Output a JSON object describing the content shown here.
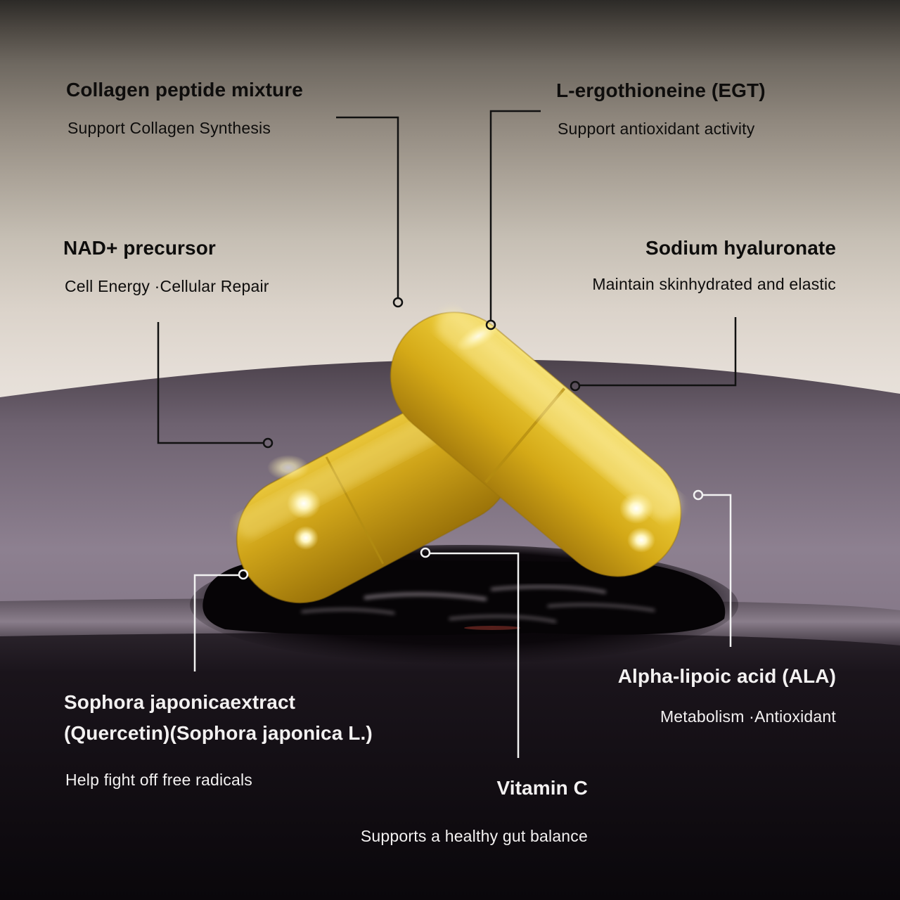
{
  "theme": {
    "text_dark": "#0e0d0c",
    "text_light": "#f3f1f1",
    "capsule_gold": "#d9b21c",
    "capsule_highlight": "#fff6b8",
    "liquid_surface": "#8a7c8a",
    "liquid_dark": "#0b080c",
    "line_dark": "#111111",
    "line_light": "#f2f2f2"
  },
  "ingredients": [
    {
      "id": "collagen",
      "title": "Collagen peptide mixture",
      "description": "Support Collagen Synthesis"
    },
    {
      "id": "egt",
      "title": "L-ergothioneine (EGT)",
      "description": "Support antioxidant activity"
    },
    {
      "id": "nad",
      "title": "NAD+ precursor",
      "description": "Cell Energy ·Cellular Repair"
    },
    {
      "id": "hyaluronate",
      "title": "Sodium hyaluronate",
      "description": "Maintain skinhydrated and elastic"
    },
    {
      "id": "sophora",
      "title_line1": "Sophora japonicaextract",
      "title_line2": "(Quercetin)(Sophora japonica L.)",
      "description": "Help fight off free radicals"
    },
    {
      "id": "ala",
      "title": "Alpha-lipoic acid (ALA)",
      "description": "Metabolism ·Antioxidant"
    },
    {
      "id": "vitamin_c",
      "title": "Vitamin C",
      "description": "Supports a healthy gut balance"
    }
  ],
  "image": {
    "subject": "two-gold-capsules",
    "surface": "dark-liquid-ripple"
  }
}
